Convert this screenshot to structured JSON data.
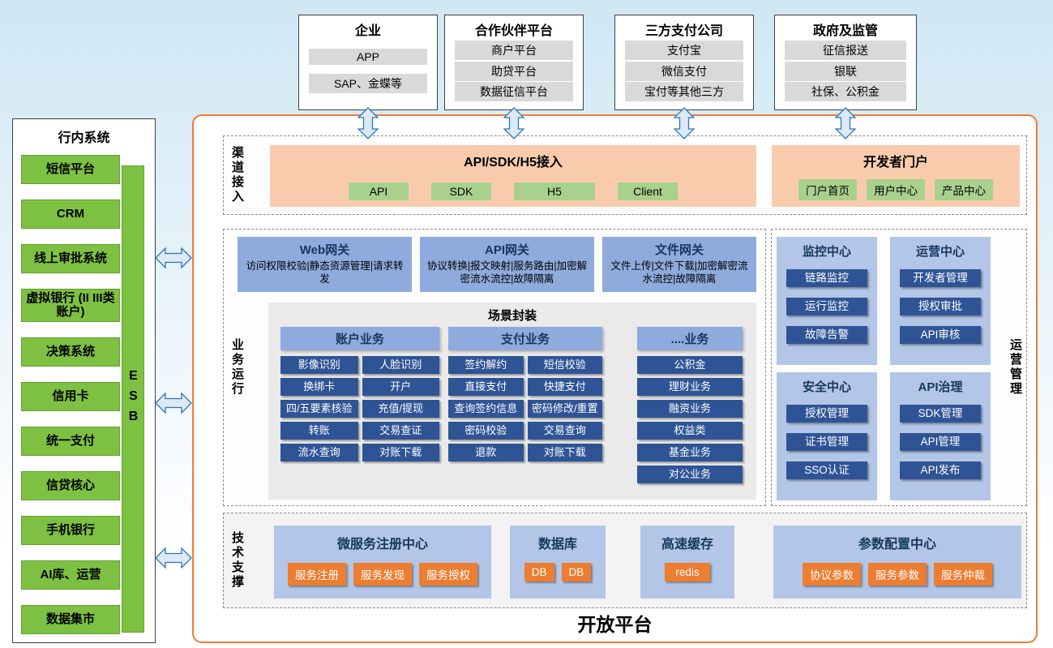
{
  "platform": {
    "title": "开放平台"
  },
  "colors": {
    "platform_border": "#ED7D31",
    "channel_fill": "#F8CBAD",
    "green_button": "#A9D18E",
    "sidebar_green": "#7EC142",
    "panel_blue_light": "#B4C6E7",
    "header_blue": "#8FAADC",
    "item_blue_dark": "#2F5496",
    "tech_orange": "#ED7D31",
    "gray_item": "#D9D9D9",
    "arrow_blue": "#2E75B6"
  },
  "external_systems": [
    {
      "title": "企业",
      "items": [
        "APP",
        "SAP、金蝶等"
      ]
    },
    {
      "title": "合作伙伴平台",
      "items": [
        "商户平台",
        "助贷平台",
        "数据征信平台"
      ]
    },
    {
      "title": "三方支付公司",
      "items": [
        "支付宝",
        "微信支付",
        "宝付等其他三方"
      ]
    },
    {
      "title": "政府及监管",
      "items": [
        "征信报送",
        "银联",
        "社保、公积金"
      ]
    }
  ],
  "sidebar": {
    "title": "行内系统",
    "esb": "ESB",
    "items": [
      "短信平台",
      "CRM",
      "线上审批系统",
      "虚拟银行 (II III类账户)",
      "决策系统",
      "信用卡",
      "统一支付",
      "信贷核心",
      "手机银行",
      "AI库、运营",
      "数据集市"
    ]
  },
  "channel": {
    "label": "渠道接入",
    "access": {
      "title": "API/SDK/H5接入",
      "buttons": [
        "API",
        "SDK",
        "H5",
        "Client"
      ]
    },
    "portal": {
      "title": "开发者门户",
      "buttons": [
        "门户首页",
        "用户中心",
        "产品中心"
      ]
    }
  },
  "business": {
    "label": "业务运行",
    "gateways": [
      {
        "title": "Web网关",
        "desc": "访问权限校验|静态资源管理|请求转发"
      },
      {
        "title": "API网关",
        "desc": "协议转换|报文映射|服务路由|加密解密流水流控|故障隔离"
      },
      {
        "title": "文件网关",
        "desc": "文件上传|文件下载|加密解密流水流控|故障隔离"
      }
    ],
    "scenario": {
      "title": "场景封装",
      "columns": [
        {
          "title": "账户业务",
          "items": [
            "影像识别",
            "人脸识别",
            "换绑卡",
            "开户",
            "四/五要素核验",
            "充值/提现",
            "转账",
            "交易查证",
            "流水查询",
            "对账下载"
          ]
        },
        {
          "title": "支付业务",
          "items": [
            "签约解约",
            "短信校验",
            "直接支付",
            "快捷支付",
            "查询签约信息",
            "密码修改/重置",
            "密码校验",
            "交易查询",
            "退款",
            "对账下载"
          ]
        },
        {
          "title": "....业务",
          "items": [
            "公积金",
            "理财业务",
            "融资业务",
            "权益类",
            "基金业务",
            "对公业务"
          ]
        }
      ]
    }
  },
  "ops": {
    "label": "运营管理",
    "panels": [
      {
        "title": "监控中心",
        "items": [
          "链路监控",
          "运行监控",
          "故障告警"
        ]
      },
      {
        "title": "运营中心",
        "items": [
          "开发者管理",
          "授权审批",
          "API审核"
        ]
      },
      {
        "title": "安全中心",
        "items": [
          "授权管理",
          "证书管理",
          "SSO认证"
        ]
      },
      {
        "title": "API治理",
        "items": [
          "SDK管理",
          "API管理",
          "API发布"
        ]
      }
    ]
  },
  "tech": {
    "label": "技术支撑",
    "blocks": [
      {
        "title": "微服务注册中心",
        "items": [
          "服务注册",
          "服务发现",
          "服务授权"
        ]
      },
      {
        "title": "数据库",
        "items": [
          "DB",
          "DB"
        ]
      },
      {
        "title": "高速缓存",
        "items": [
          "redis"
        ]
      },
      {
        "title": "参数配置中心",
        "items": [
          "协议参数",
          "服务参数",
          "服务仲裁"
        ]
      }
    ]
  }
}
